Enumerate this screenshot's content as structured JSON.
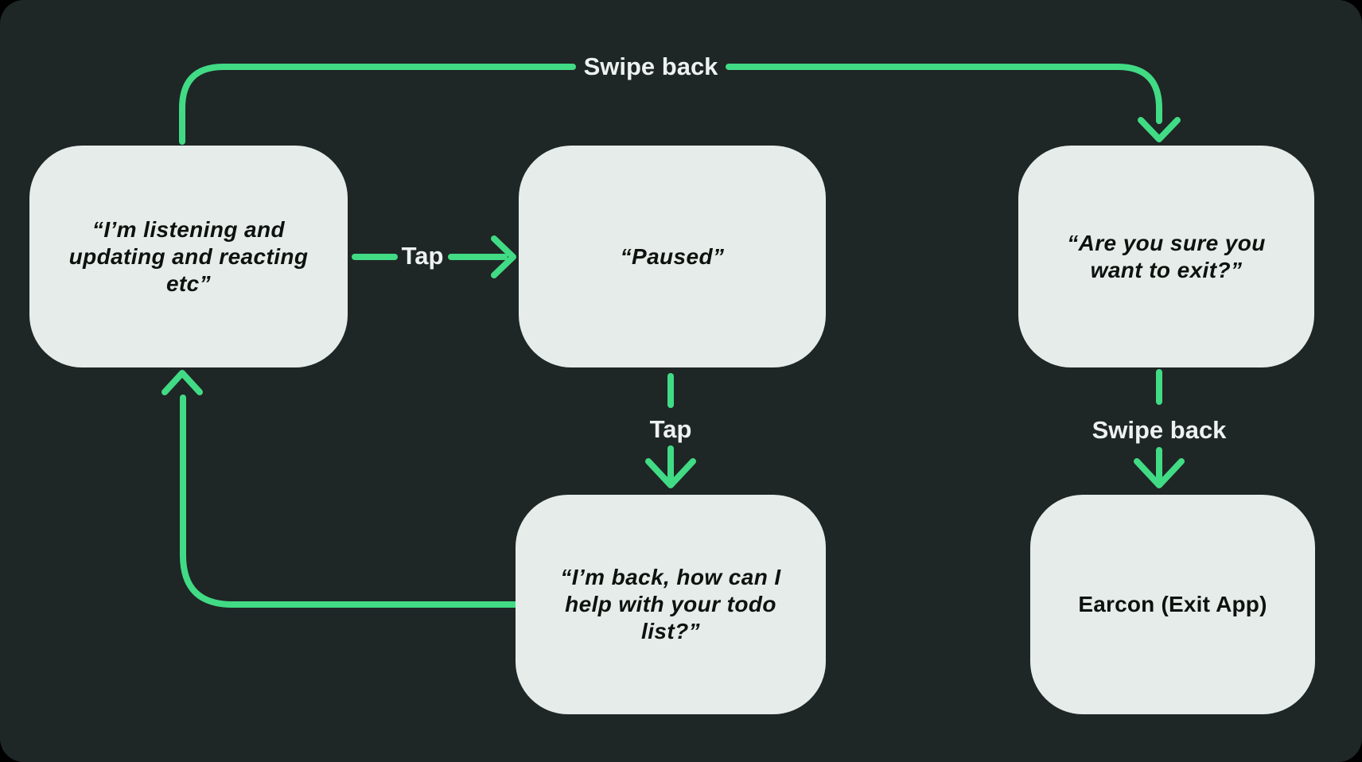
{
  "colors": {
    "canvas-bg": "#1f2626",
    "node-fill": "#e6ece9",
    "accent": "#41db85",
    "node-text": "#0d120f",
    "label-text": "#edf2f0"
  },
  "nodes": [
    {
      "id": "listening",
      "text": "“I’m listening and\nupdating and reacting\netc”"
    },
    {
      "id": "paused",
      "text": "“Paused”"
    },
    {
      "id": "exit-confirm",
      "text": "“Are you sure you\nwant to exit?”"
    },
    {
      "id": "im-back",
      "text": "“I’m back, how can I\nhelp with your todo\nlist?”"
    },
    {
      "id": "earcon",
      "text": "Earcon (Exit App)"
    }
  ],
  "edges": [
    {
      "from": "listening",
      "to": "exit-confirm",
      "label": "Swipe back"
    },
    {
      "from": "listening",
      "to": "paused",
      "label": "Tap"
    },
    {
      "from": "paused",
      "to": "im-back",
      "label": "Tap"
    },
    {
      "from": "exit-confirm",
      "to": "earcon",
      "label": "Swipe back"
    },
    {
      "from": "im-back",
      "to": "listening",
      "label": ""
    }
  ]
}
